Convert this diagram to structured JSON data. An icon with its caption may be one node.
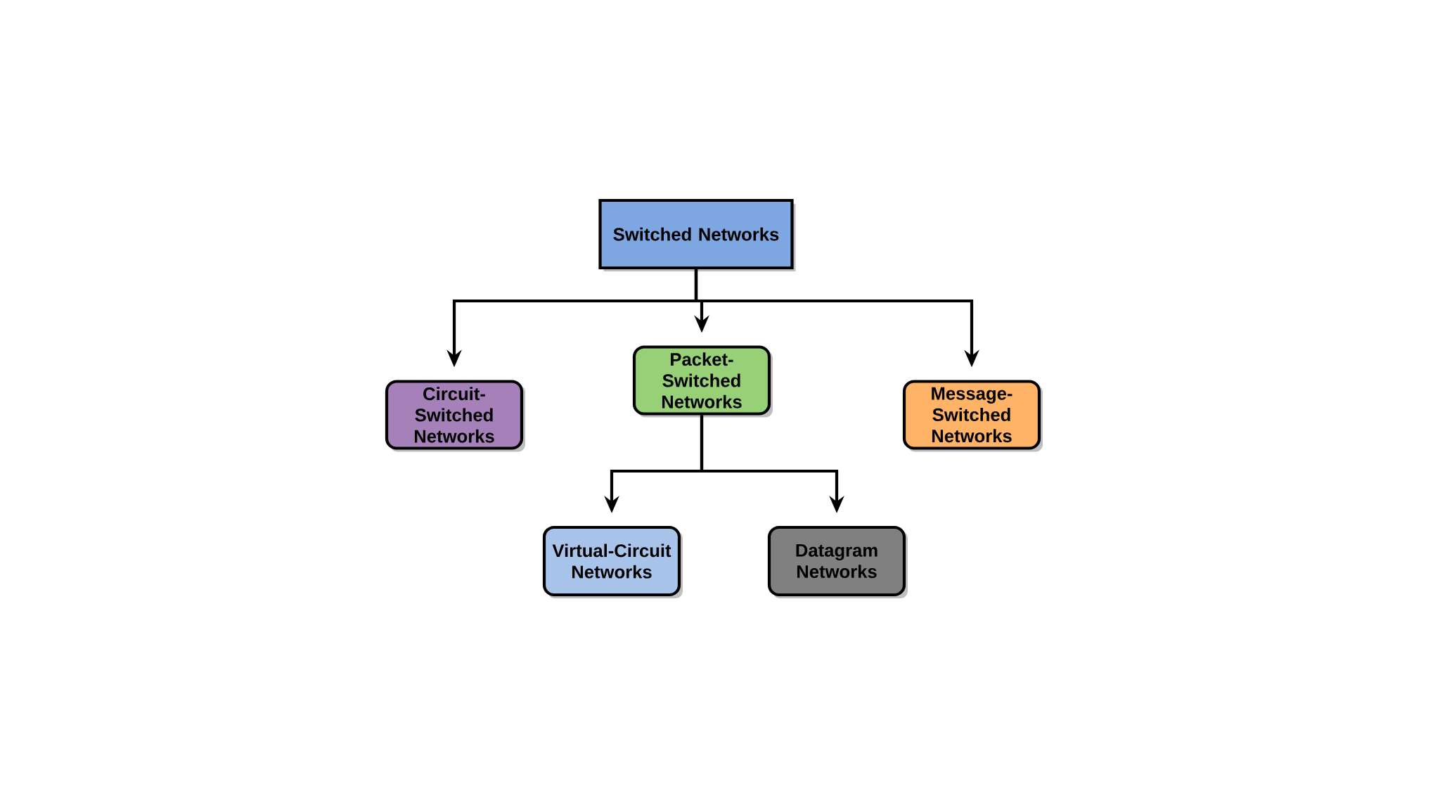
{
  "diagram": {
    "nodes": [
      {
        "text": [
          "Switched Networks"
        ]
      },
      {
        "text": [
          "Circuit-Switched Networks"
        ]
      },
      {
        "text": [
          "Packet-Switched Networks"
        ]
      },
      {
        "text": [
          "Message-Switched Networks"
        ]
      },
      {
        "text": [
          "Virtual-Circuit Networks"
        ]
      },
      {
        "text": [
          "Datagram Networks"
        ]
      }
    ],
    "edges": [
      {
        "from": 0,
        "to": 1,
        "arrow": "to"
      },
      {
        "from": 0,
        "to": 2,
        "arrow": "to"
      },
      {
        "from": 0,
        "to": 3,
        "arrow": "to"
      },
      {
        "from": 2,
        "to": 4,
        "arrow": "to"
      },
      {
        "from": 2,
        "to": 5,
        "arrow": "to"
      }
    ]
  }
}
